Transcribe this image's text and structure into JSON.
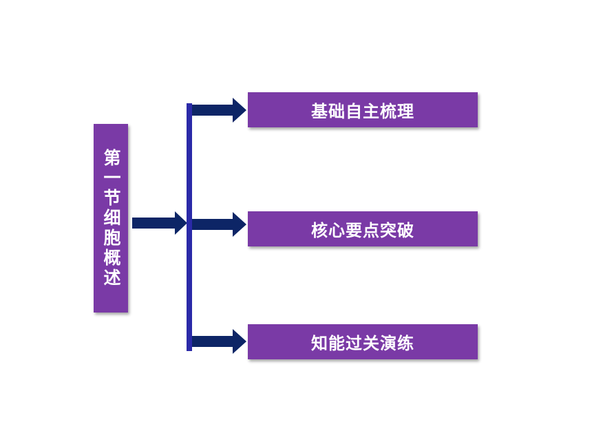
{
  "diagram": {
    "title": "第一节细胞概述",
    "items": [
      {
        "label": "基础自主梳理"
      },
      {
        "label": "核心要点突破"
      },
      {
        "label": "知能过关演练"
      }
    ]
  },
  "colors": {
    "box_fill": "#7a3aa6",
    "box_text": "#ffffff",
    "arrow": "#0d2566",
    "bracket": "#2b2aa8"
  }
}
